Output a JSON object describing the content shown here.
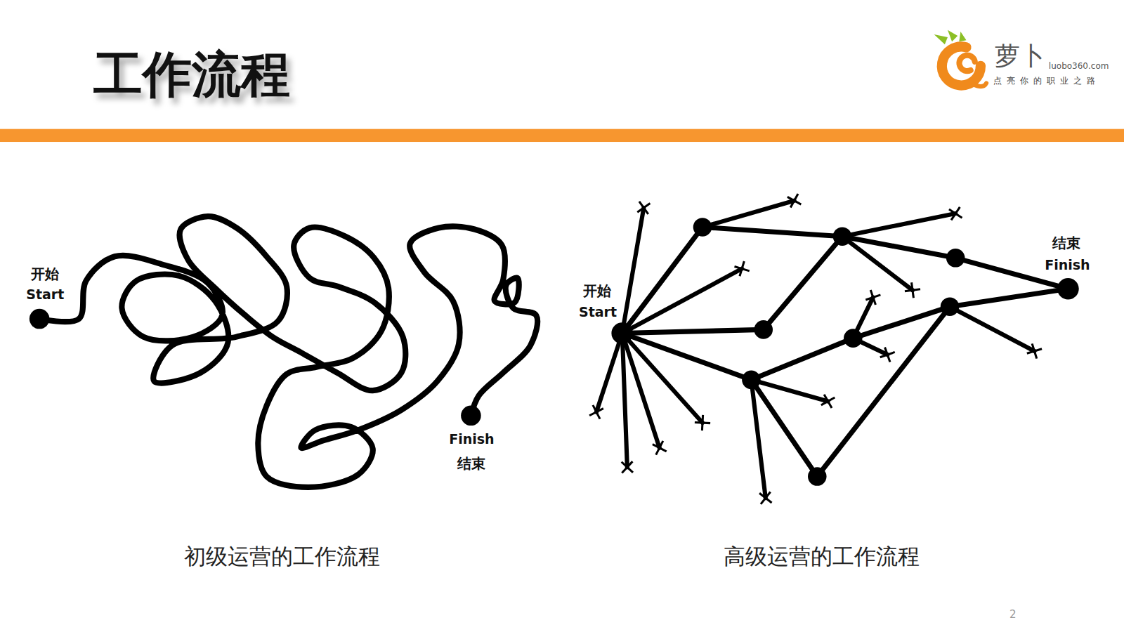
{
  "diagram": {
    "title": "工作流程",
    "labels": [
      "萝卜",
      "luobo360.com",
      "点亮你的职业之路",
      "开始",
      "Start",
      "Finish",
      "结束",
      "开始",
      "Start",
      "结束",
      "Finish",
      "初级运营的工作流程",
      "高级运营的工作流程",
      "2"
    ]
  }
}
